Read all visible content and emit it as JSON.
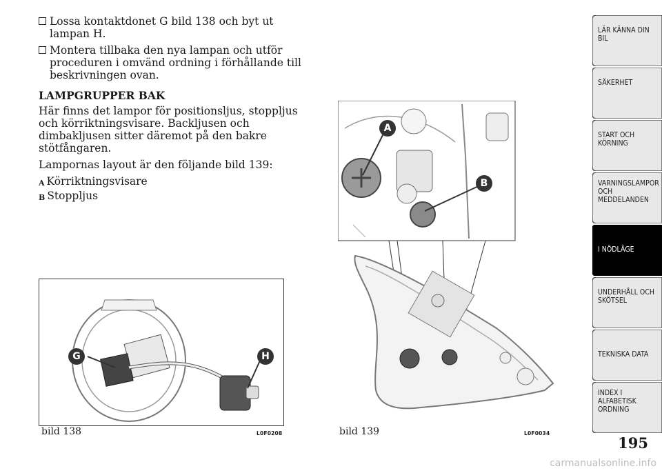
{
  "content": {
    "bullets": [
      "Lossa kontaktdonet G bild 138 och byt ut lampan H.",
      "Montera tillbaka den nya lampan och utför proceduren i omvänd ordning i förhållande till beskrivningen ovan."
    ],
    "heading": "LAMPGRUPPER BAK",
    "paragraph1": "Här finns det lampor för positionsljus, stoppljus och körriktningsvisare. Backljusen och dimbakljusen sitter däremot på den bakre stötfångaren.",
    "paragraph2": "Lampornas layout är den följande bild 139:",
    "legend": [
      {
        "key": "A",
        "text": "Körriktningsvisare"
      },
      {
        "key": "B",
        "text": "Stoppljus"
      }
    ]
  },
  "figures": {
    "fig138": {
      "caption": "bild 138",
      "code": "L0F0208",
      "callouts": [
        "G",
        "H"
      ]
    },
    "fig139": {
      "caption": "bild 139",
      "code": "L0F0034",
      "callouts": [
        "A",
        "B"
      ]
    }
  },
  "sidebar": {
    "tabs": [
      {
        "label": "LÄR KÄNNA DIN BIL",
        "active": false
      },
      {
        "label": "SÄKERHET",
        "active": false
      },
      {
        "label": "START OCH KÖRNING",
        "active": false
      },
      {
        "label": "VARNINGSLAMPOR OCH MEDDELANDEN",
        "active": false
      },
      {
        "label": "I NÖDLÄGE",
        "active": true
      },
      {
        "label": "UNDERHÅLL OCH SKÖTSEL",
        "active": false
      },
      {
        "label": "TEKNISKA DATA",
        "active": false
      },
      {
        "label": "INDEX I ALFABETISK ORDNING",
        "active": false
      }
    ]
  },
  "page_number": "195",
  "watermark": "carmanualsonline.info",
  "colors": {
    "active_tab": "#000000",
    "inactive_tab": "#e8e8e8",
    "tab_border": "#555555"
  }
}
